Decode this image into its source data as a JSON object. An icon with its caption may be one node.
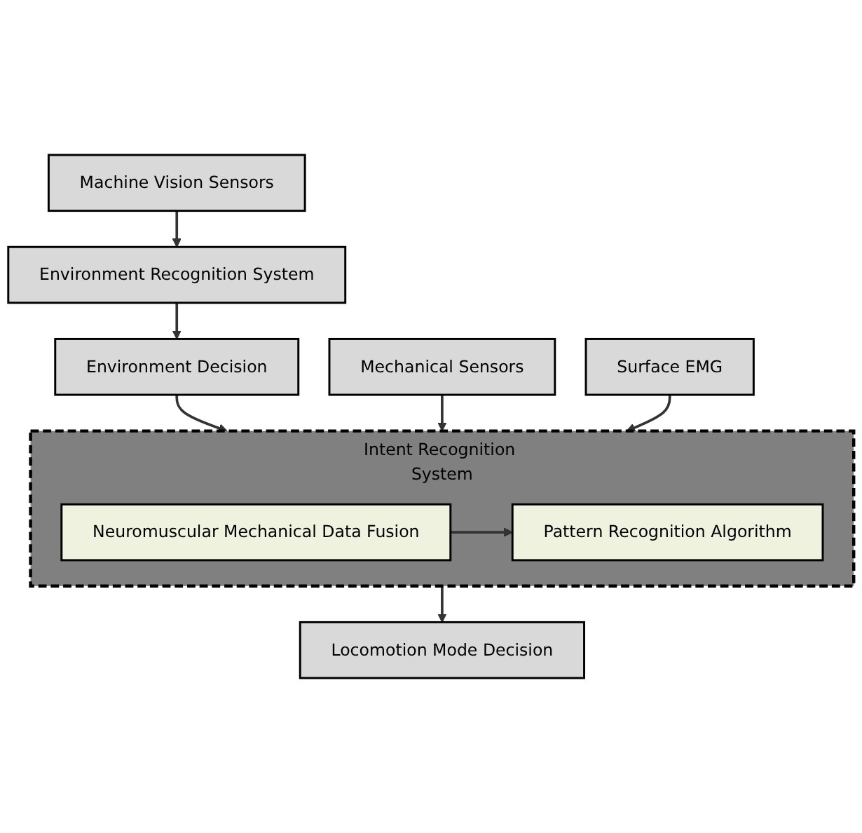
{
  "diagram": {
    "nodes": [
      {
        "text": [
          "Machine Vision Sensors"
        ]
      },
      {
        "text": [
          "Environment Recognition System"
        ]
      },
      {
        "text": [
          "Environment Decision"
        ]
      },
      {
        "text": [
          "Intent Recognition System"
        ]
      },
      {
        "text": [
          "Neuromuscular Mechanical Data Fusion"
        ],
        "in": 3
      },
      {
        "text": [
          "Pattern Recognition Algorithm"
        ],
        "in": 3
      },
      {
        "text": [
          "Mechanical Sensors"
        ]
      },
      {
        "text": [
          "Surface EMG"
        ]
      },
      {
        "text": [
          "Locomotion Mode Decision"
        ]
      }
    ],
    "edges": [
      {
        "from": 0,
        "to": 1,
        "arrow": "to"
      },
      {
        "from": 1,
        "to": 2,
        "arrow": "to"
      },
      {
        "from": 2,
        "to": 3,
        "arrow": "to"
      },
      {
        "from": 6,
        "to": 3,
        "arrow": "to"
      },
      {
        "from": 7,
        "to": 3,
        "arrow": "to"
      },
      {
        "from": 4,
        "to": 5,
        "arrow": "to"
      },
      {
        "from": 3,
        "to": 8,
        "arrow": "to"
      }
    ]
  }
}
